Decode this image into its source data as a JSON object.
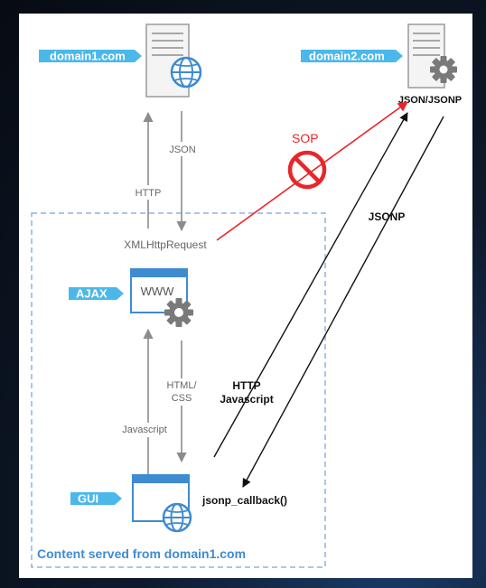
{
  "nodes": {
    "domain1": {
      "tag": "domain1.com"
    },
    "domain2": {
      "tag": "domain2.com",
      "caption": "JSON/JSONP"
    },
    "ajax": {
      "tag": "AJAX",
      "window_text": "WWW"
    },
    "gui": {
      "tag": "GUI"
    }
  },
  "edges": {
    "json": "JSON",
    "http": "HTTP",
    "xhr": "XMLHttpRequest",
    "sop": "SOP",
    "html_css_line1": "HTML/",
    "html_css_line2": "CSS",
    "javascript": "Javascript",
    "http_js_line1": "HTTP",
    "http_js_line2": "Javascript",
    "jsonp": "JSONP",
    "jsonp_callback": "jsonp_callback()"
  },
  "boundary": {
    "label": "Content served from domain1.com"
  },
  "colors": {
    "tag_blue": "#4bb8ea",
    "icon_blue": "#3f8bd1",
    "dashed_border": "#8fb4dc",
    "sop_red": "#e8262a",
    "gray_arrow": "#8c8c8c",
    "black_arrow": "#111111"
  }
}
